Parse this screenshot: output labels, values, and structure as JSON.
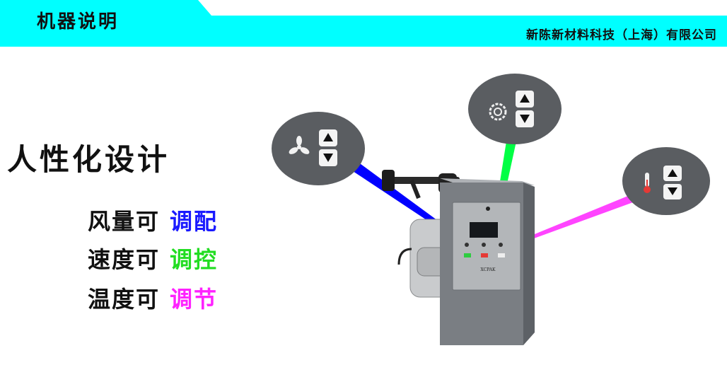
{
  "header": {
    "title": "机器说明",
    "company": "新陈新材料科技（上海）有限公司"
  },
  "headline": "人性化设计",
  "features": [
    {
      "label": "风量可",
      "action": "调配",
      "color": "#1a1aff"
    },
    {
      "label": "速度可",
      "action": "调控",
      "color": "#22dd22"
    },
    {
      "label": "温度可",
      "action": "调节",
      "color": "#ff22ff"
    }
  ],
  "callouts": [
    {
      "icon": "fan-icon",
      "beam_color": "#0000ff"
    },
    {
      "icon": "gear-icon",
      "beam_color": "#00ff44"
    },
    {
      "icon": "thermometer-icon",
      "beam_color": "#ff44ff"
    }
  ],
  "machine": {
    "brand_label": "XCPAK"
  }
}
